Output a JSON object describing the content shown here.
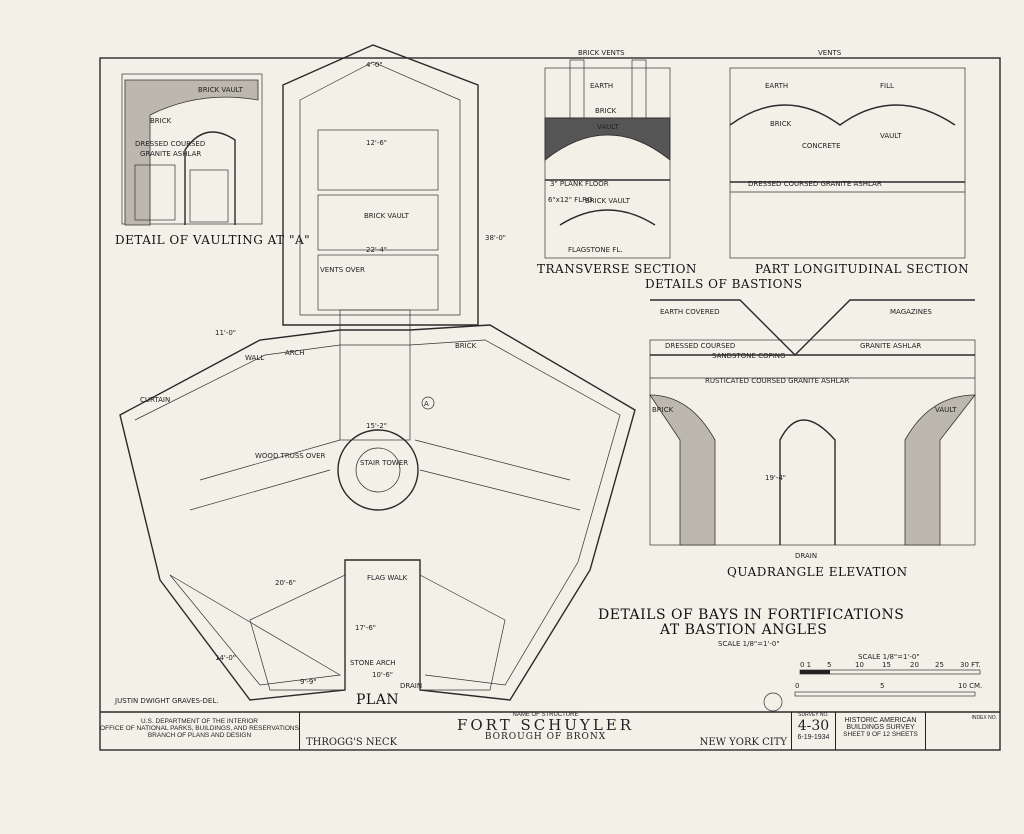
{
  "drawing": {
    "vaulting_detail": {
      "title": "DETAIL OF VAULTING AT \"A\"",
      "labels": [
        "BRICK VAULT",
        "BRICK",
        "DRESSED COURSED",
        "GRANITE ASHLAR"
      ]
    },
    "plan": {
      "title": "PLAN",
      "labels": [
        "BRICK VAULT",
        "WALL",
        "ARCH",
        "CURTAIN",
        "BRICK",
        "WOOD TRUSS OVER",
        "STAIR TOWER",
        "FLAG WALK",
        "STONE ARCH",
        "DRAIN",
        "VENTS OVER",
        "A"
      ],
      "dimensions": [
        "4'-0\"",
        "12'-6\"",
        "22'-4\"",
        "15'-2\"",
        "11'-0\"",
        "20'-6\"",
        "17'-6\"",
        "9'-9\"",
        "10'-6\"",
        "14'-0\"",
        "38'-0\""
      ]
    },
    "transverse_section": {
      "title": "TRANSVERSE SECTION",
      "labels": [
        "BRICK VENTS",
        "EARTH",
        "BRICK",
        "VAULT",
        "3\" PLANK FLOOR",
        "6\"x12\" FLRG.",
        "BRICK VAULT",
        "FLAGSTONE FL."
      ]
    },
    "longitudinal_section": {
      "title": "PART LONGITUDINAL SECTION",
      "labels": [
        "VENTS",
        "EARTH",
        "FILL",
        "BRICK",
        "VAULT",
        "CONCRETE",
        "DRESSED COURSED GRANITE ASHLAR"
      ]
    },
    "bastions_title": "DETAILS OF BASTIONS",
    "quadrangle": {
      "title": "QUADRANGLE ELEVATION",
      "labels": [
        "EARTH COVERED",
        "MAGAZINES",
        "DRESSED COURSED",
        "GRANITE ASHLAR",
        "SANDSTONE COPING",
        "RUSTICATED COURSED GRANITE ASHLAR",
        "BRICK",
        "VAULT",
        "DRAIN",
        "19'-4\""
      ]
    },
    "main_title": "DETAILS OF BAYS IN FORTIFICATIONS",
    "main_title_2": "AT BASTION ANGLES",
    "main_scale": "SCALE 1/8\"=1'-0\"",
    "scale_bar": {
      "label": "SCALE 1/8\"=1'-0\"",
      "feet": [
        "0 1",
        "5",
        "10",
        "15",
        "20",
        "25",
        "30 FT."
      ],
      "cm": [
        "0",
        "5",
        "10 CM."
      ]
    },
    "delineator": "JUSTIN DWIGHT GRAVES-DEL."
  },
  "title_block": {
    "agency_1": "U.S. DEPARTMENT OF THE INTERIOR",
    "agency_2": "OFFICE OF NATIONAL PARKS, BUILDINGS, AND RESERVATIONS",
    "agency_3": "BRANCH OF PLANS AND DESIGN",
    "name_label": "NAME OF STRUCTURE",
    "structure": "FORT SCHUYLER",
    "borough": "BOROUGH OF BRONX",
    "locality": "THROGG'S NECK",
    "city": "NEW YORK CITY",
    "survey_label": "SURVEY NO.",
    "survey_no": "4-30",
    "date": "6-19-1934",
    "habs_1": "HISTORIC AMERICAN",
    "habs_2": "BUILDINGS SURVEY",
    "sheet": "SHEET 9 OF 12 SHEETS",
    "index_label": "INDEX NO."
  }
}
